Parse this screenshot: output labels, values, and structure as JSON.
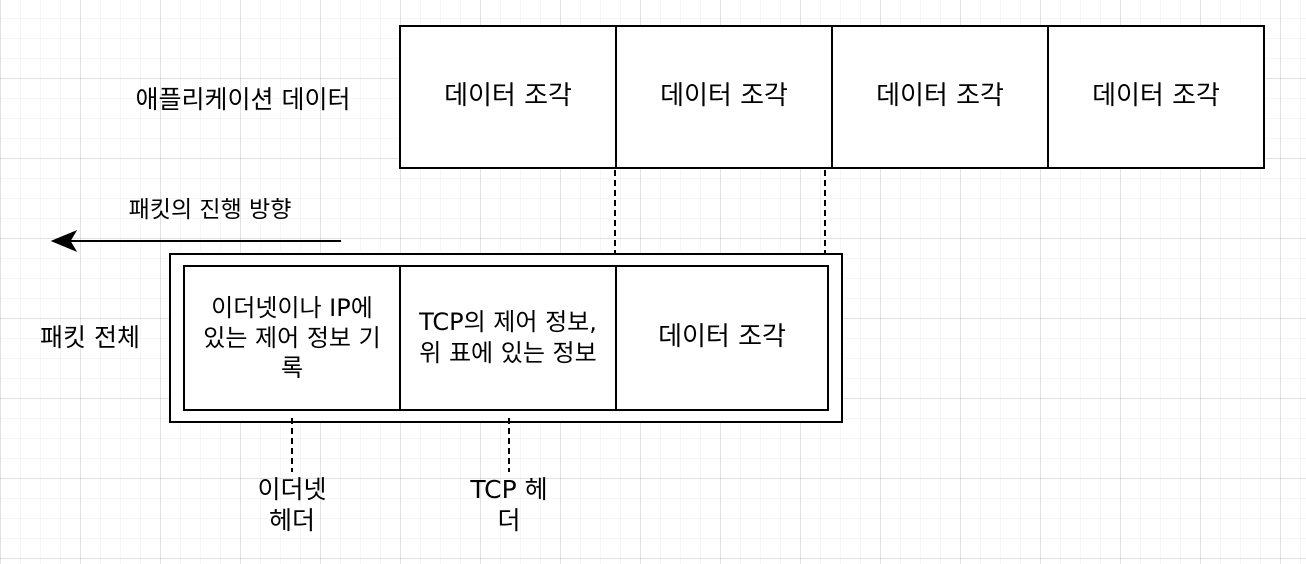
{
  "app_data": {
    "label": "애플리케이션 데이터",
    "fragments": [
      "데이터 조각",
      "데이터 조각",
      "데이터 조각",
      "데이터 조각"
    ]
  },
  "direction": {
    "label": "패킷의 진행 방향"
  },
  "packet": {
    "label": "패킷 전체",
    "cells": [
      {
        "lines": [
          "이더넷이나 IP에",
          "있는 제어 정보 기",
          "록"
        ]
      },
      {
        "lines": [
          "TCP의 제어 정보,",
          "위 표에 있는 정보"
        ]
      },
      {
        "lines": [
          "데이터 조각"
        ]
      }
    ]
  },
  "headers": {
    "ethernet": [
      "이더넷",
      "헤더"
    ],
    "tcp": [
      "TCP 헤",
      "더"
    ]
  }
}
